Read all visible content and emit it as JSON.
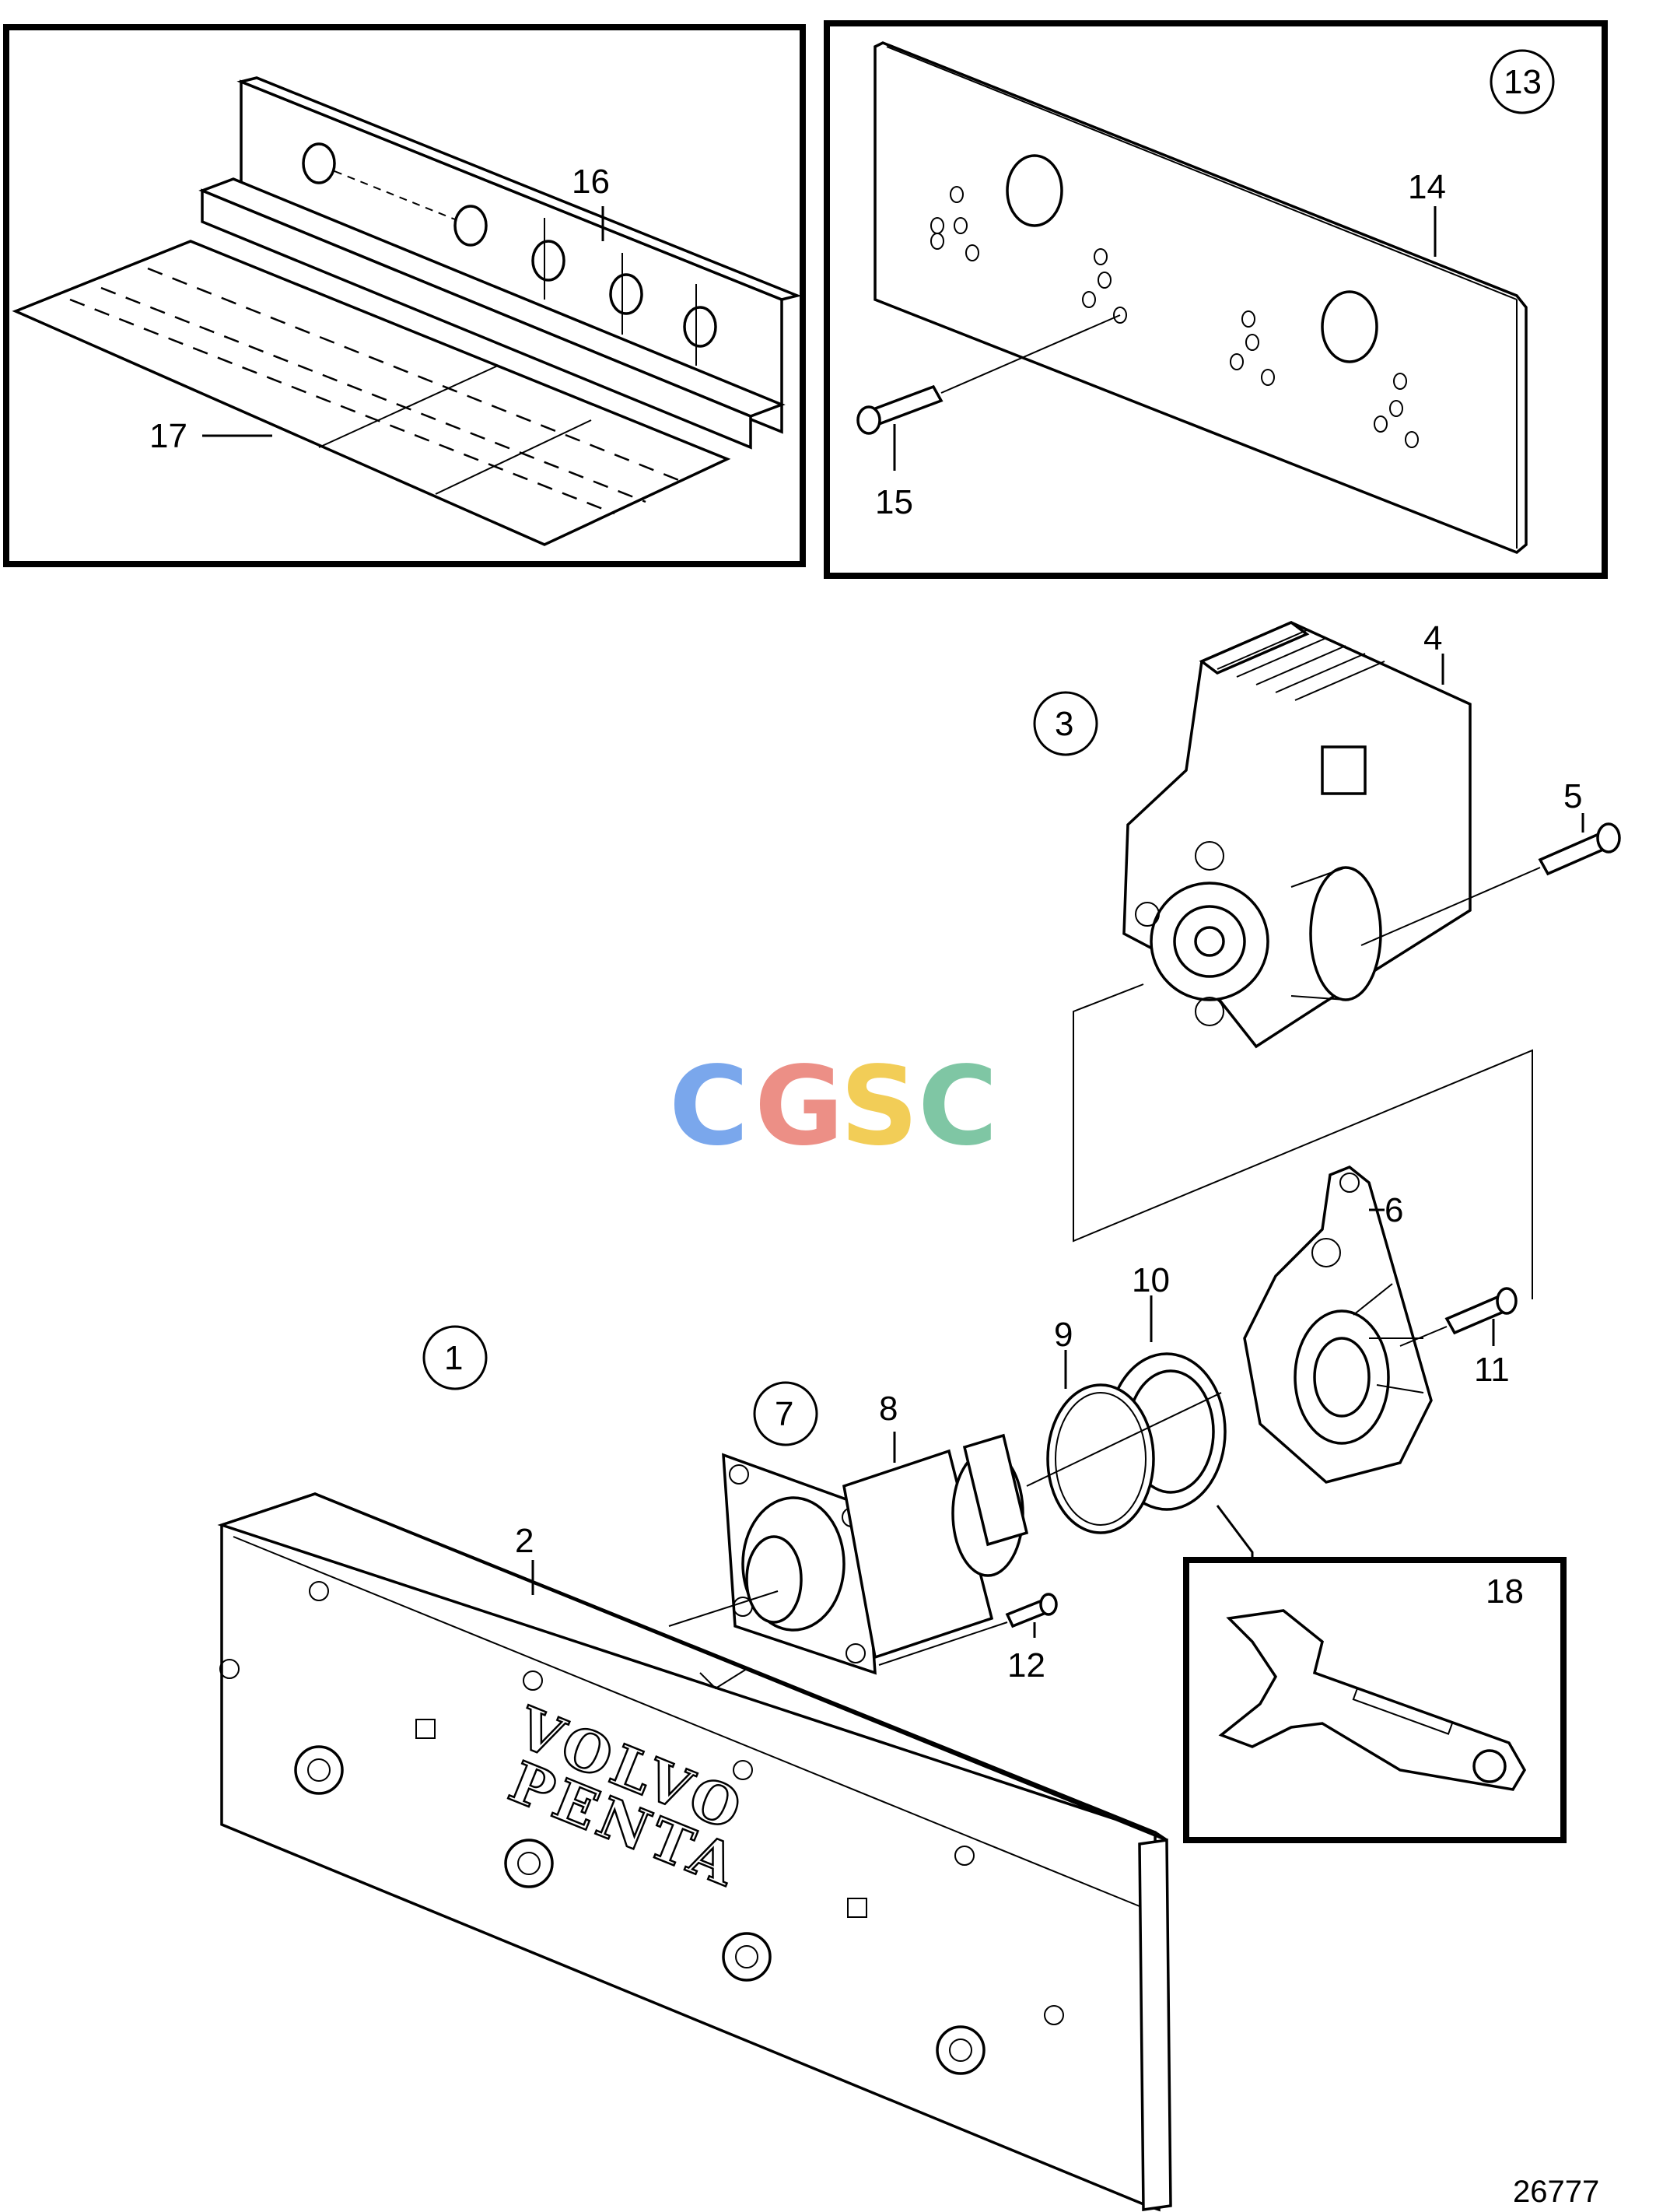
{
  "diagram": {
    "drawing_number": "26777",
    "watermark": "CGSC",
    "colors": {
      "watermark_c1": "#7aa7ec",
      "watermark_g": "#ec8f86",
      "watermark_s": "#f2cd57",
      "watermark_c2": "#7fc6a4"
    },
    "callouts": {
      "c1": "1",
      "c2": "2",
      "c3": "3",
      "c4": "4",
      "c5": "5",
      "c6": "6",
      "c7": "7",
      "c8": "8",
      "c9": "9",
      "c10": "10",
      "c11": "11",
      "c12": "12",
      "c13": "13",
      "c14": "14",
      "c15": "15",
      "c16": "16",
      "c17": "17",
      "c18": "18"
    },
    "logo_lines": [
      "VOLVO",
      "PENTA"
    ]
  }
}
